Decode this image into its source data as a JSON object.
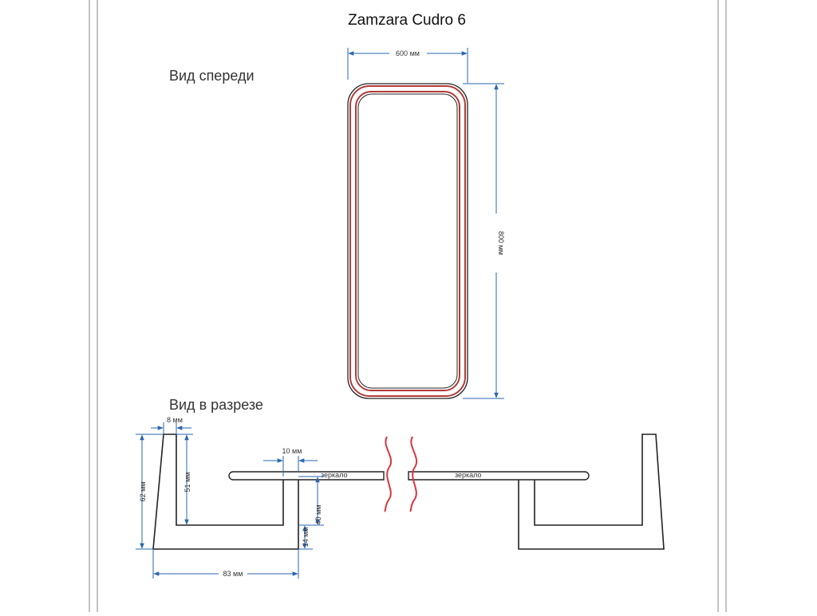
{
  "title": "Zamzara Cudro 6",
  "front_view": {
    "heading": "Вид спереди",
    "width_label": "600 мм",
    "height_label": "800 мм"
  },
  "section_view": {
    "heading": "Вид в разрезе",
    "dims": {
      "wall_top": "8 мм",
      "total_height": "62 мм",
      "inner_height": "51 мм",
      "gap_width": "10 мм",
      "base_height": "14 мм",
      "post_height": "40 мм",
      "base_width": "83 мм"
    },
    "mirror_label_left": "зеркало",
    "mirror_label_right": "зеркало"
  },
  "colors": {
    "frame": "#b23a3a",
    "dimension": "#2a66b0",
    "break_line": "#d9363e",
    "outline": "#222222",
    "sheet_border": "#999999"
  }
}
